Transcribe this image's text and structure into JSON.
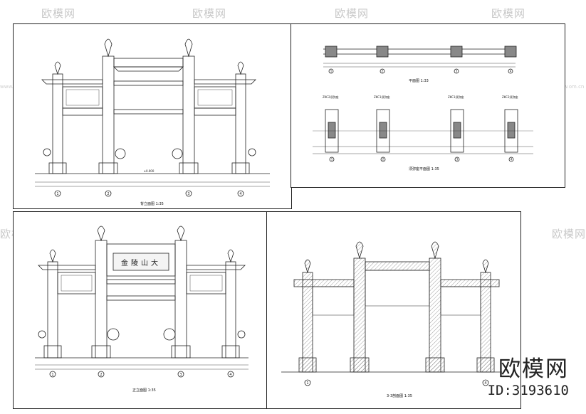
{
  "watermark": {
    "brand": "欧模网",
    "url": "www.om.cn"
  },
  "panels": {
    "back_elevation": {
      "caption": "背立面图 1:35",
      "grid_labels": [
        "1",
        "2",
        "3",
        "4"
      ],
      "level_label": "±0.000"
    },
    "plan": {
      "caption": "平面图 1:33",
      "grid_labels": [
        "1",
        "2",
        "3",
        "4"
      ]
    },
    "column_section": {
      "caption": "须弥座平面图 1:35",
      "grid_labels": [
        "1",
        "2",
        "3",
        "4"
      ],
      "column_tags": [
        "ZKC2须弥座",
        "ZKC1须弥座",
        "ZKC1须弥座",
        "ZKC2须弥座"
      ]
    },
    "front_elevation": {
      "caption": "正立面图 1:35",
      "grid_labels": [
        "1",
        "2",
        "3",
        "4"
      ],
      "plaque_text": "金陵山大"
    },
    "section_3_3": {
      "caption": "3-3剖面图 1:35",
      "grid_labels": [
        "1",
        "4"
      ]
    }
  },
  "brand_block": {
    "name": "欧模网",
    "id": "ID:3193610"
  },
  "colors": {
    "line": "#222222",
    "watermark": "#c9c9c9",
    "hatch": "#444444"
  }
}
